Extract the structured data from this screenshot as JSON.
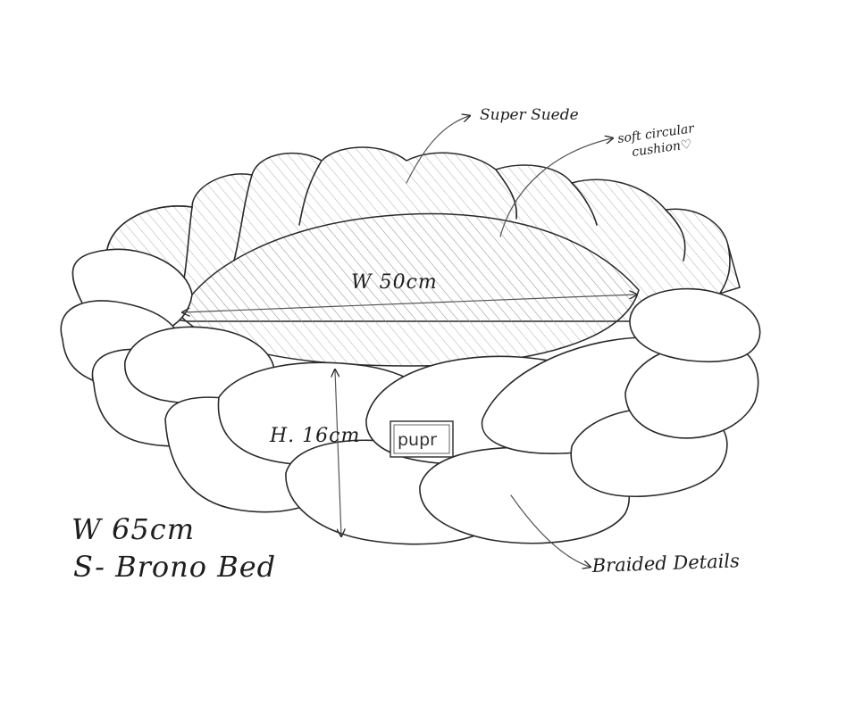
{
  "labels": {
    "super_suede": "Super Suede",
    "soft_circular_line1": "soft circular",
    "soft_circular_line2": "cushion♡",
    "inner_width": "W 50cm",
    "height": "H. 16cm",
    "brand": "pupr",
    "outer_width": "W 65cm",
    "product_name": "S- Brono Bed",
    "braided_details": "Braided Details"
  }
}
